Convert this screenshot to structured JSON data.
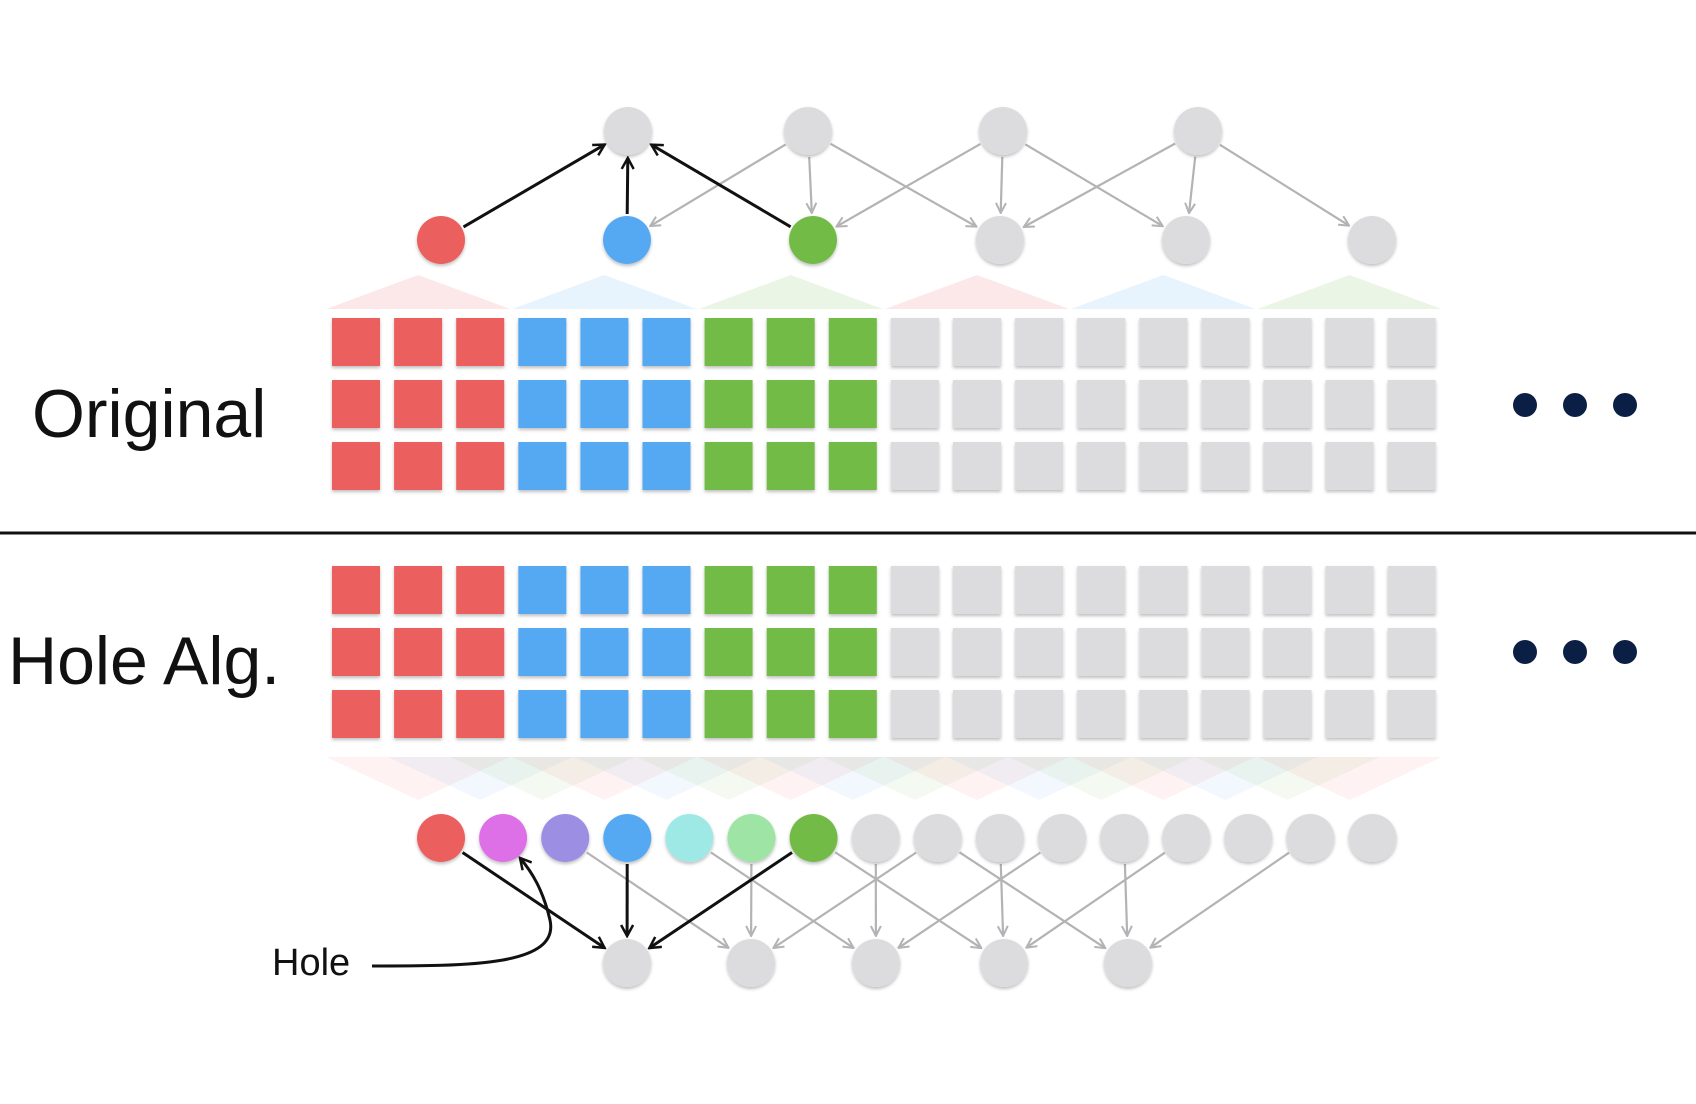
{
  "labels": {
    "original": "Original",
    "hole_alg": "Hole Alg.",
    "hole": "Hole"
  },
  "colors": {
    "red": "#ec5f5e",
    "blue": "#55a9f3",
    "green": "#73bb47",
    "gray": "#dcdcde",
    "edge_gray": "#b3b3b5",
    "edge_black": "#111111",
    "magenta": "#dd70e6",
    "purple": "#9c8ee2",
    "cyan": "#9ee8e6",
    "light_green": "#9ee4a5",
    "ellipsis": "#0b1f45",
    "divider": "#111111"
  },
  "diagram": {
    "original": {
      "input_grid": {
        "rows": 3,
        "cols": 18,
        "color_groups": [
          "red",
          "blue",
          "green",
          "gray",
          "gray",
          "gray"
        ]
      },
      "pooled_nodes": [
        "red",
        "blue",
        "green",
        "gray",
        "gray",
        "gray"
      ],
      "output_nodes": 4,
      "ellipsis": true
    },
    "hole_algorithm": {
      "input_grid": {
        "rows": 3,
        "cols": 18,
        "color_groups": [
          "red",
          "blue",
          "green",
          "gray",
          "gray",
          "gray"
        ]
      },
      "pooled_nodes": [
        "red",
        "magenta",
        "purple",
        "blue",
        "cyan",
        "light_green",
        "green",
        "gray",
        "gray",
        "gray",
        "gray",
        "gray",
        "gray",
        "gray",
        "gray",
        "gray"
      ],
      "output_nodes": 5,
      "ellipsis": true
    }
  }
}
